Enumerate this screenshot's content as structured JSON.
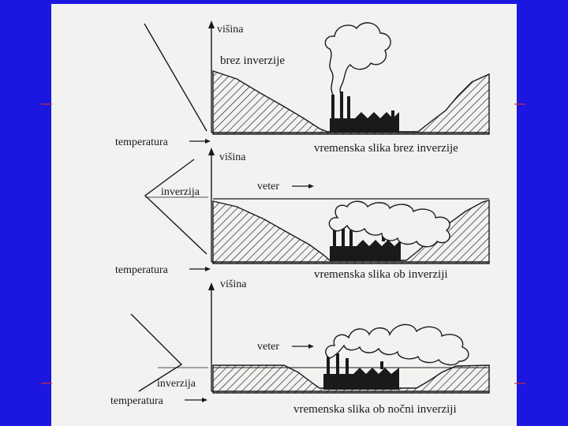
{
  "colors": {
    "background": "#1b16e0",
    "paper": "#f2f2f0",
    "ink": "#1a1a1a",
    "accent_line": "#d83030"
  },
  "panels": [
    {
      "axis_label": "višina",
      "temperature_label": "temperatura",
      "inside_label": "brez inverzije",
      "caption": "vremenska slika brez inverzije"
    },
    {
      "axis_label": "višina",
      "temperature_label": "temperatura",
      "inversion_label": "inverzija",
      "wind_label": "veter",
      "caption": "vremenska slika ob inverziji"
    },
    {
      "axis_label": "višina",
      "temperature_label": "temperatura",
      "inversion_label": "inverzija",
      "wind_label": "veter",
      "caption": "vremenska slika ob nočni inverziji"
    }
  ]
}
